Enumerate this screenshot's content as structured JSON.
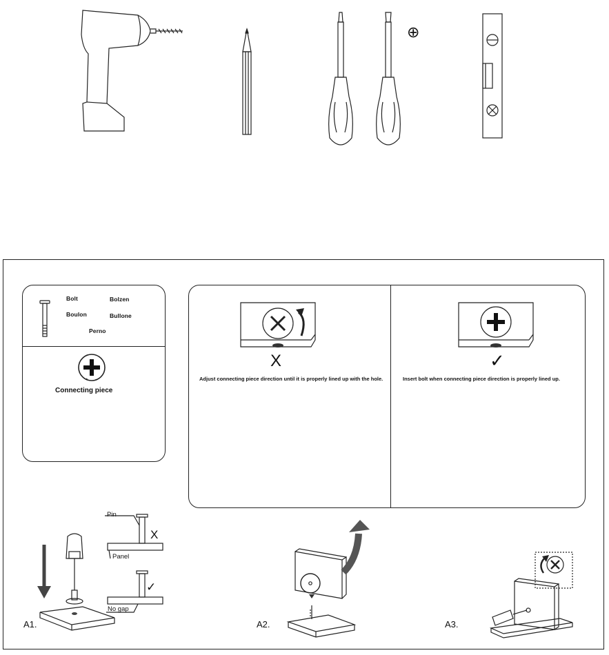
{
  "tools": {
    "phillips_symbol": "⊕"
  },
  "parts_card": {
    "names": {
      "en": "Bolt",
      "de": "Bolzen",
      "fr": "Boulon",
      "it": "Bullone",
      "es": "Perno"
    },
    "piece_label": "Connecting piece"
  },
  "instructions": {
    "wrong": {
      "mark": "X",
      "text": "Adjust connecting piece direction until it is properly lined up with the hole."
    },
    "right": {
      "mark": "✓",
      "text": "Insert bolt when connecting piece direction is properly lined up."
    }
  },
  "steps": {
    "a1": {
      "label": "A1.",
      "pin_label": "Pin",
      "panel_label": "Panel",
      "wrong_mark": "X",
      "right_mark": "✓",
      "no_gap_label": "No gap"
    },
    "a2": {
      "label": "A2."
    },
    "a3": {
      "label": "A3."
    }
  }
}
